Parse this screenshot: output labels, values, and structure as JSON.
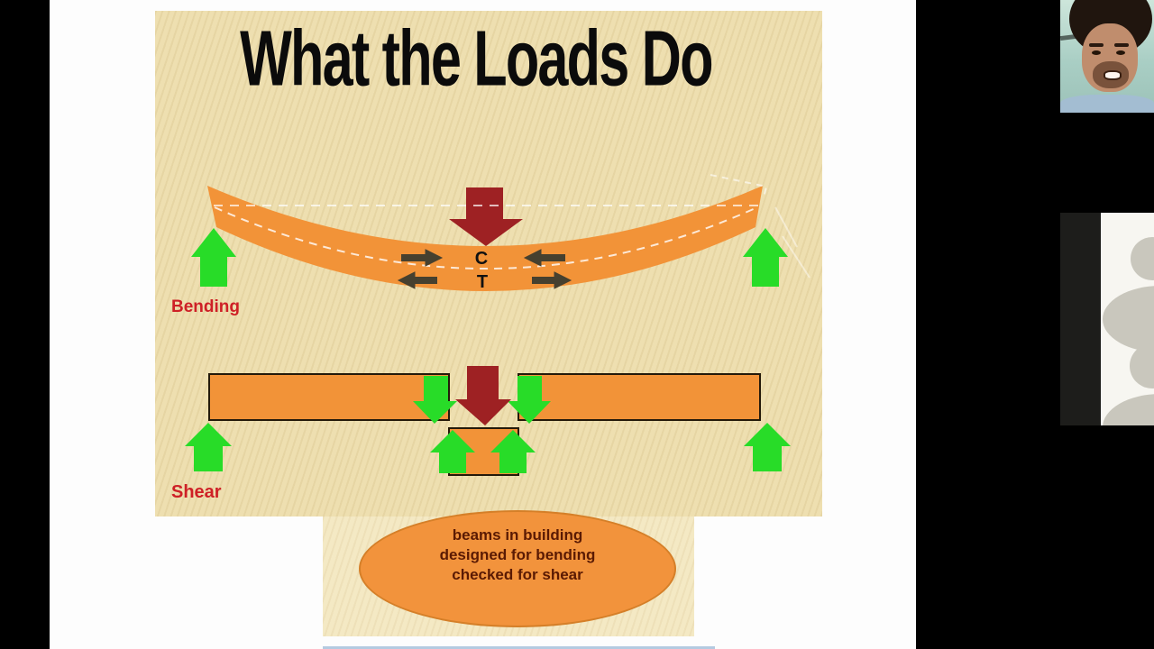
{
  "slide": {
    "title": "What the Loads Do",
    "bending": {
      "label": "Bending",
      "compression": "C",
      "tension": "T"
    },
    "shear": {
      "label": "Shear"
    },
    "note_lines": [
      "beams in building",
      "designed for bending",
      "checked for shear"
    ]
  },
  "sidebar": {
    "participant_icon": "person-silhouette-icon",
    "participant_placeholder_count": 2
  },
  "colors": {
    "slide_bg": "#eedfb0",
    "note_panel_bg": "#f4e9c4",
    "beam_orange": "#f29338",
    "load_arrow_red": "#9e2123",
    "reaction_arrow_green": "#28dc28",
    "label_red": "#ce2026",
    "note_text_maroon": "#5a1a03",
    "stress_arrow_dark": "#46402f",
    "bottom_line_blue": "#b4cbe1"
  }
}
